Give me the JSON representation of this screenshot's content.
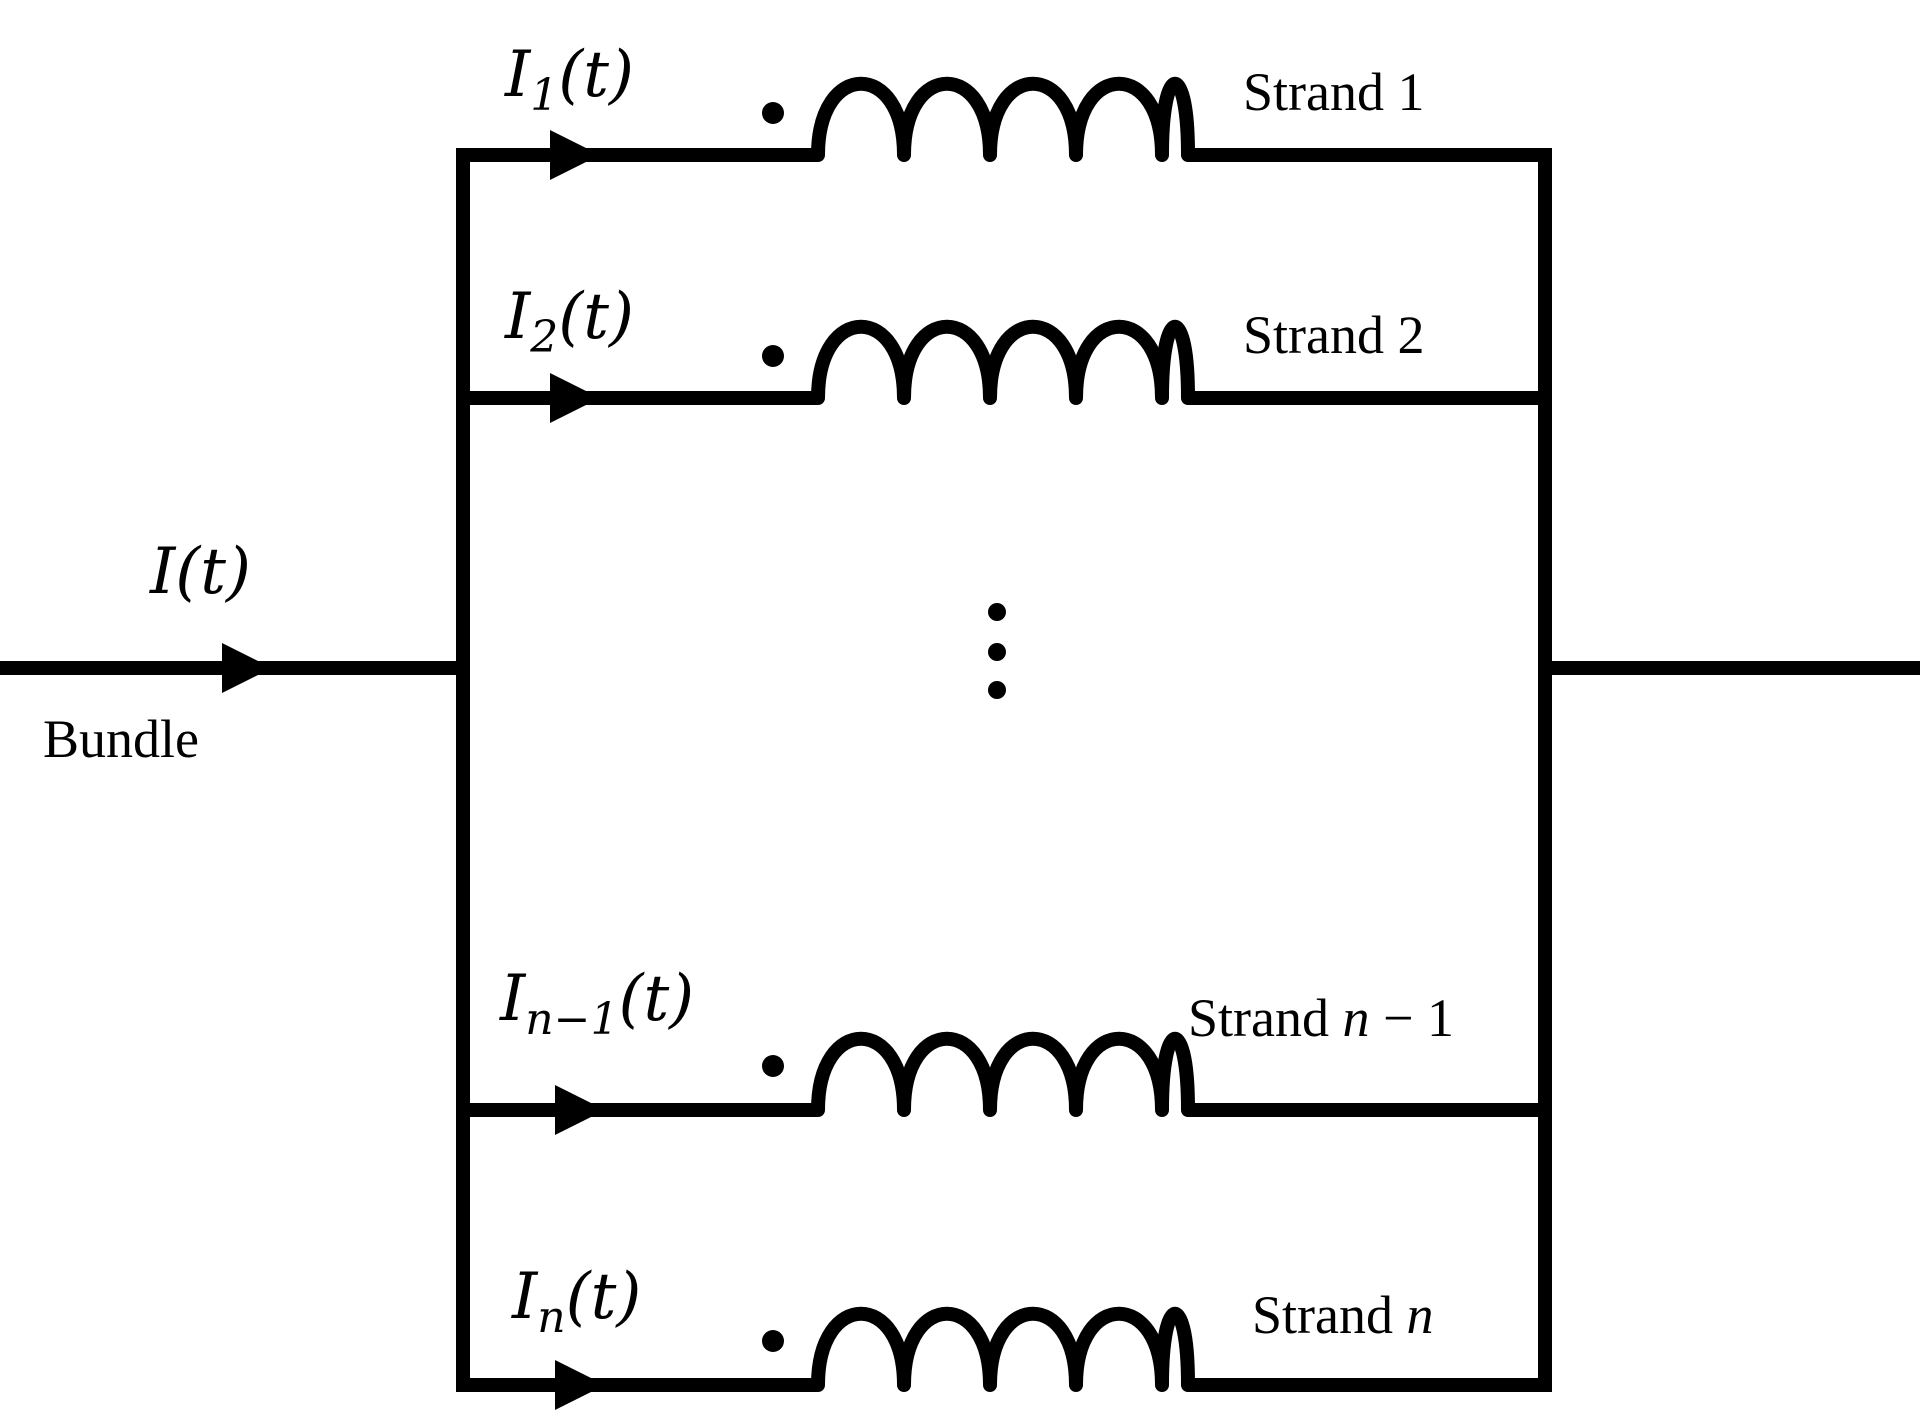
{
  "bundle": {
    "current_symbol": "I",
    "current_arg": "(t)",
    "label": "Bundle"
  },
  "strands": [
    {
      "current_symbol": "I",
      "current_sub": "1",
      "current_arg": "(t)",
      "label_main": "Strand 1",
      "label_var": "",
      "label_tail": ""
    },
    {
      "current_symbol": "I",
      "current_sub": "2",
      "current_arg": "(t)",
      "label_main": "Strand 2",
      "label_var": "",
      "label_tail": ""
    },
    {
      "current_symbol": "I",
      "current_sub": "n−1",
      "current_arg": "(t)",
      "label_main": "Strand ",
      "label_var": "n",
      "label_tail": " − 1"
    },
    {
      "current_symbol": "I",
      "current_sub": "n",
      "current_arg": "(t)",
      "label_main": "Strand ",
      "label_var": "n",
      "label_tail": ""
    }
  ],
  "ellipsis": "⋮"
}
